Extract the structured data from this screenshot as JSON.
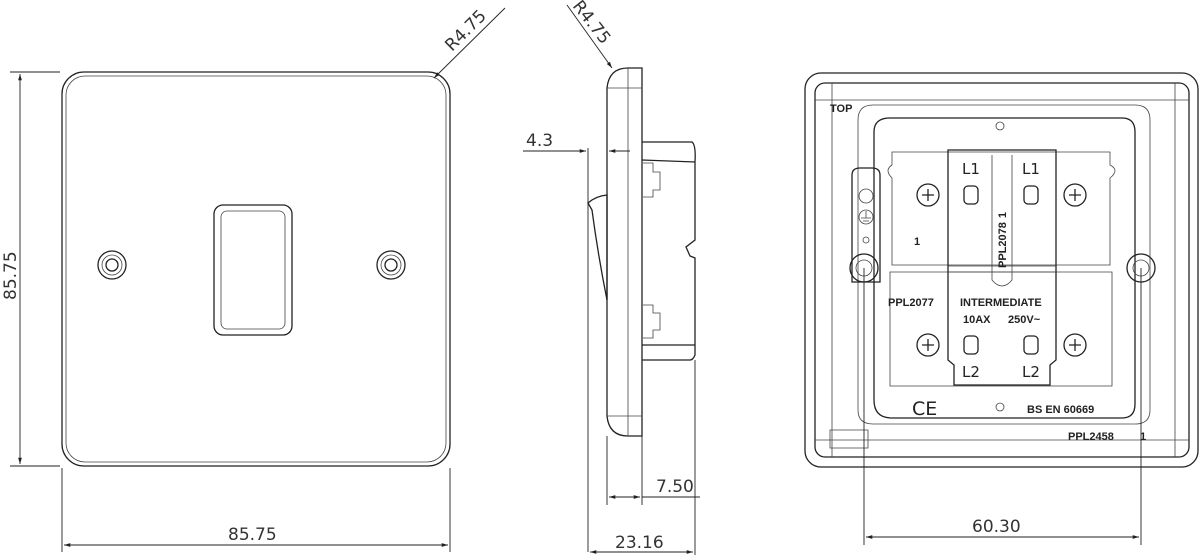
{
  "front_view": {
    "height_dim": "85.75",
    "width_dim": "85.75",
    "corner_radius": "R4.75"
  },
  "side_view": {
    "corner_radius": "R4.75",
    "rocker_projection": "4.3",
    "plate_depth": "7.50",
    "overall_depth": "23.16"
  },
  "back_view": {
    "top_label": "TOP",
    "terminal_l1": "L1",
    "terminal_l2": "L2",
    "part_1": "1",
    "part_ppl2077": "PPL2077",
    "part_ppl2078": "PPL2078",
    "part_ppl2078_rev": "1",
    "type_label": "INTERMEDIATE",
    "rating_current": "10AX",
    "rating_voltage": "250V~",
    "ce_mark": "CE",
    "standard": "BS EN 60669",
    "part_ppl2458": "PPL2458",
    "part_ppl2458_rev": "1",
    "fixing_centres_dim": "60.30"
  }
}
